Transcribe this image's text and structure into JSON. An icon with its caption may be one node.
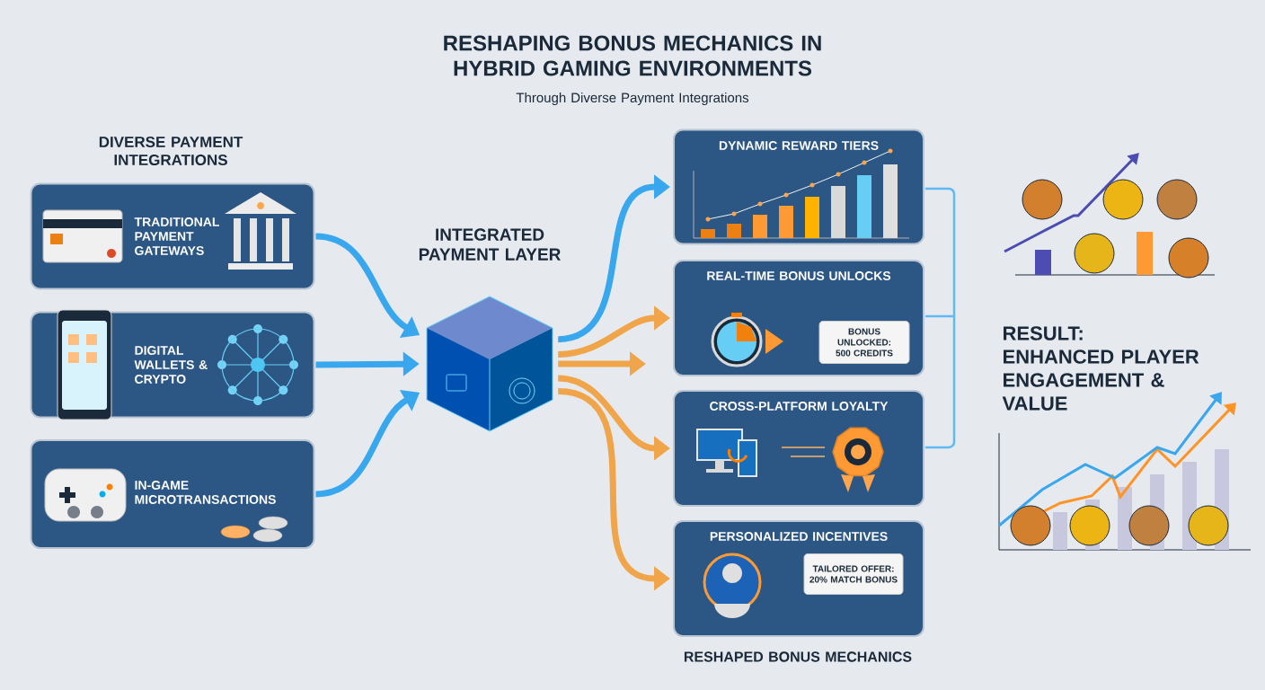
{
  "diagram": {
    "title": "RESHAPING BONUS MECHANICS IN HYBRID GAMING ENVIRONMENTS",
    "nodes": [
      {
        "text": [
          "TRADITIONAL PAYMENT GATEWAYS"
        ]
      },
      {
        "text": [
          "DIGITAL WALLETS & CRYPTO"
        ]
      },
      {
        "text": [
          "IN-GAME MICROTRANSACTIONS"
        ]
      },
      {
        "text": [
          "INTEGRATED PAYMENT LAYER"
        ]
      },
      {
        "text": [
          "DYNAMIC REWARD TIERS"
        ]
      },
      {
        "text": [
          "REAL-TIME BONUS UNLOCKS"
        ]
      },
      {
        "text": [
          "BONUS UNLOCKED: 500 CREDITS"
        ],
        "in": 5
      },
      {
        "text": [
          "CROSS-PLATFORM LOYALTY"
        ]
      },
      {
        "text": [
          "PERSONALIZED INCENTIVES"
        ]
      },
      {
        "text": [
          "TAILORED OFFER: 20% MATCH BONUS"
        ],
        "in": 8
      }
    ],
    "edges": [
      {
        "from": 0,
        "to": 3,
        "arrow": "to"
      },
      {
        "from": 1,
        "to": 3,
        "arrow": "to"
      },
      {
        "from": 2,
        "to": 3,
        "arrow": "to"
      },
      {
        "from": 3,
        "to": 4,
        "arrow": "to"
      },
      {
        "from": 3,
        "to": 5,
        "arrow": "to",
        "color": "#f0a54a"
      },
      {
        "from": 3,
        "to": null,
        "arrow": "to",
        "color": "#f0a54a"
      },
      {
        "from": 3,
        "to": 7,
        "arrow": "to",
        "color": "#f0a54a"
      },
      {
        "from": 3,
        "to": 8,
        "arrow": "to",
        "color": "#f0a54a"
      }
    ],
    "labels": [
      "Through Diverse Payment Integrations",
      "DIVERSE PAYMENT INTEGRATIONS",
      "RESULT: ENHANCED PLAYER ENGAGEMENT & VALUE",
      "RESHAPED BONUS MECHANICS"
    ]
  }
}
